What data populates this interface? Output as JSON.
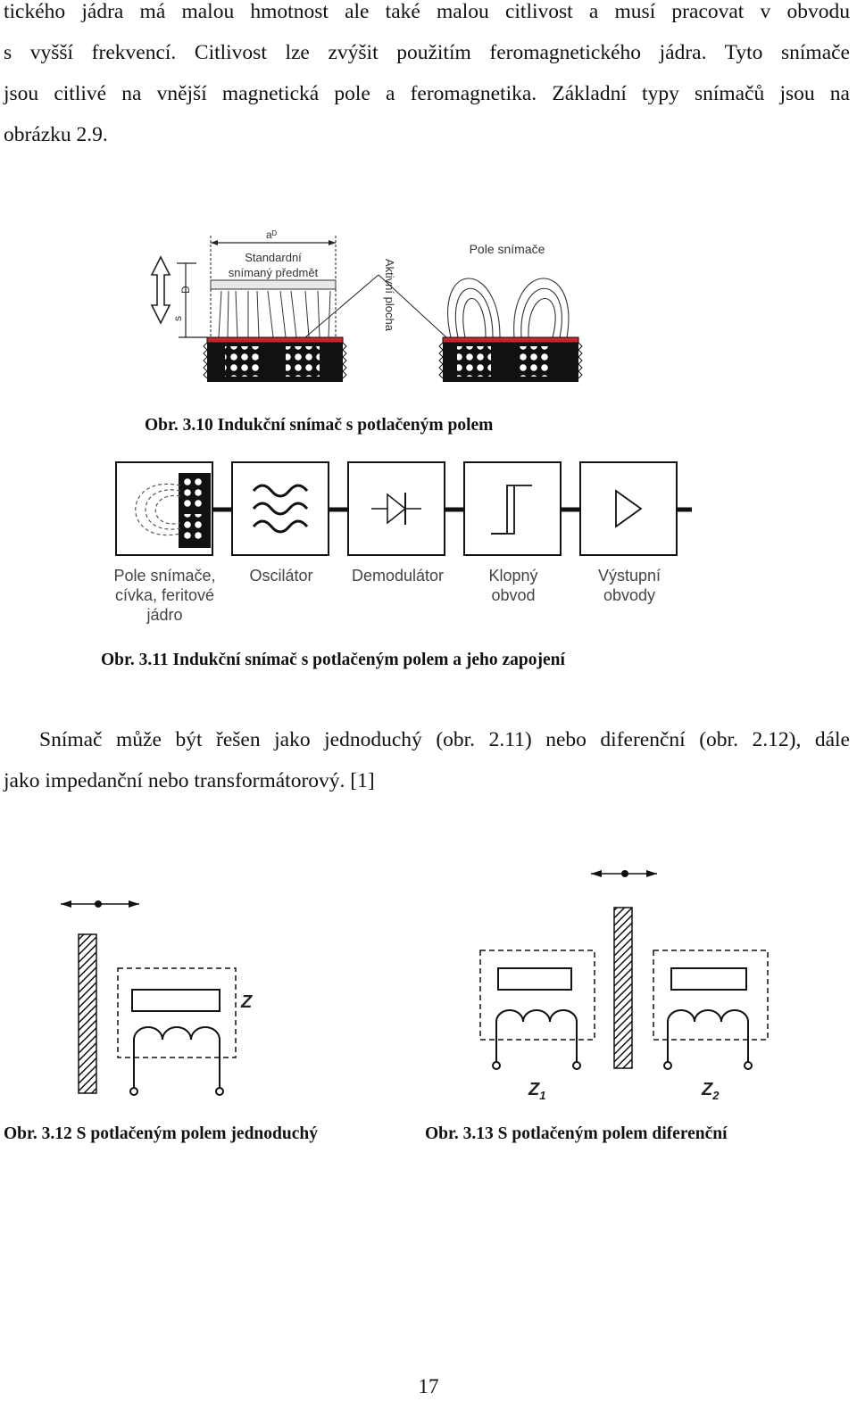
{
  "para1": {
    "lines": [
      "tického jádra má malou hmotnost ale také malou citlivost a musí pracovat v obvodu",
      "s vyšší frekvencí. Citlivost lze zvýšit použitím feromagnetického jádra. Tyto snímače",
      "jsou citlivé na vnější magnetická pole a feromagnetika. Základní typy snímačů jsou na",
      "obrázku 2.9."
    ]
  },
  "fig310": {
    "label_a": "aᴰ",
    "label_standard": "Standardní",
    "label_object": "snímaný předmět",
    "label_s": "s",
    "label_d": "D",
    "label_active": "Aktivní plocha",
    "label_field": "Pole snímače",
    "caption": "Obr. 3.10 Indukční snímač s potlačeným polem"
  },
  "fig311": {
    "blocks": [
      {
        "label": "Pole snímače,\ncívka, feritové\njádro"
      },
      {
        "label": "Oscilátor"
      },
      {
        "label": "Demodulátor"
      },
      {
        "label": "Klopný\nobvod"
      },
      {
        "label": "Výstupní\nobvody"
      }
    ],
    "caption": "Obr. 3.11 Indukční snímač s potlačeným polem a jeho zapojení"
  },
  "para2": {
    "lines": [
      "Snímač může být řešen jako jednoduchý (obr. 2.11) nebo diferenční (obr. 2.12), dále",
      "jako impedanční nebo transformátorový. [1]"
    ]
  },
  "fig312": {
    "label_z": "Z",
    "caption": "Obr. 3.12 S potlačeným polem jednoduchý"
  },
  "fig313": {
    "label_z1": "Z",
    "label_z1_sub": "1",
    "label_z2": "Z",
    "label_z2_sub": "2",
    "caption": "Obr. 3.13 S potlačeným polem diferenční"
  },
  "page_number": "17"
}
